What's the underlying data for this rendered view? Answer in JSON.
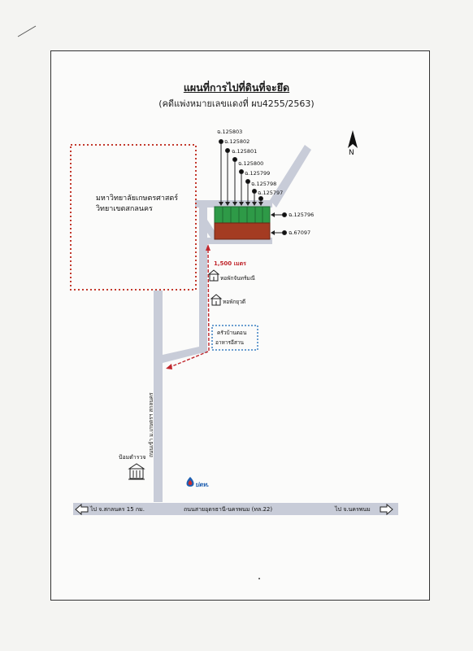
{
  "title": "แผนที่การไปที่ดินที่จะยึด",
  "subtitle": "(คดีแพ่งหมายเลขแดงที่ ผบ4255/2563)",
  "university": {
    "line1": "มหาวิทยาลัยเกษตรศาสตร์",
    "line2": "วิทยาเขตสกลนคร"
  },
  "parcels_top": [
    "ฉ.125803",
    "ฉ.125802",
    "ฉ.125801",
    "ฉ.125800",
    "ฉ.125799",
    "ฉ.125798",
    "ฉ.125797"
  ],
  "parcel_right_1": "ฉ.125796",
  "parcel_right_2": "ฉ.67097",
  "distance": "1,500 เมตร",
  "landmarks": {
    "dorm1": "หอพักจันทร์มณี",
    "dorm2": "หอพักยุวดี",
    "restaurant_line1": "ครัวบ้านดอน",
    "restaurant_line2": "อาหารอีสาน",
    "police": "ป้อมตำรวจ",
    "gas_station": "ปตท."
  },
  "roads": {
    "vertical": "ถนนเข้า ม.เกษตรฯ สกลนคร",
    "highway": "ถนนสายอุดรธานี-นครพนม (ทล.22)",
    "to_left": "ไป จ.สกลนคร 15 กม.",
    "to_right": "ไป จ.นครพนม"
  },
  "north": "N",
  "colors": {
    "road": "#c8ccd8",
    "parcel_green": "#2e9a47",
    "parcel_brown": "#a43b22",
    "route": "#c0262c",
    "campus_border": "#c33a2e",
    "restaurant_border": "#3a7fc2"
  }
}
